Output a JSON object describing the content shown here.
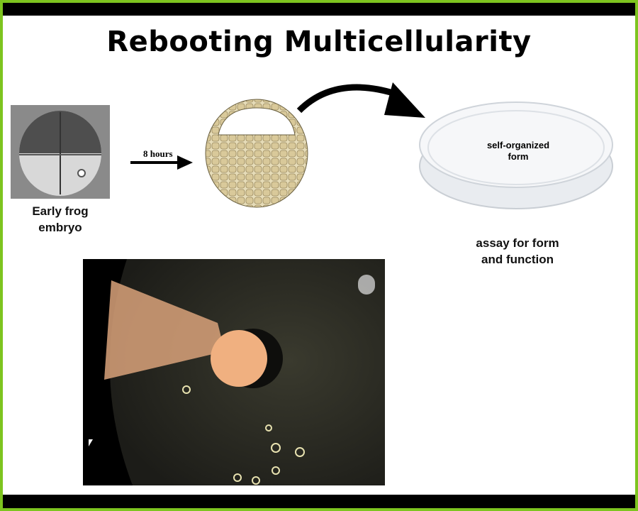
{
  "title": "Rebooting Multicellularity",
  "embryo_caption": [
    "Early frog",
    "embryo"
  ],
  "arrow_label": "8 hours",
  "dish_label": [
    "self-organized",
    "form"
  ],
  "assay_caption": [
    "assay for form",
    "and function"
  ],
  "colors": {
    "border": "#7dc41f",
    "bars": "#000000"
  }
}
